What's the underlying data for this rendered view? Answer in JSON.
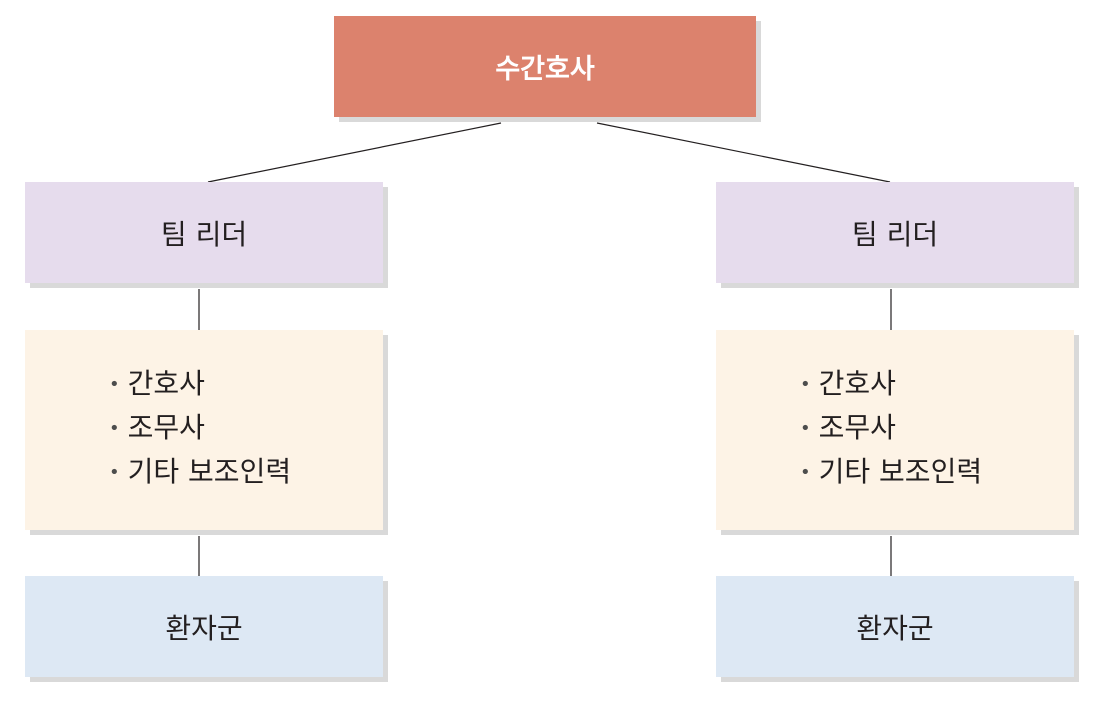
{
  "head_nurse": "수간호사",
  "teams": [
    {
      "leader": "팀 리더",
      "members": [
        "간호사",
        "조무사",
        "기타 보조인력"
      ],
      "patients": "환자군"
    },
    {
      "leader": "팀 리더",
      "members": [
        "간호사",
        "조무사",
        "기타 보조인력"
      ],
      "patients": "환자군"
    }
  ],
  "colors": {
    "head_nurse_fill": "#dc826d",
    "leader_fill": "#e6dced",
    "staff_fill": "#fdf3e6",
    "patient_fill": "#dde8f4"
  }
}
